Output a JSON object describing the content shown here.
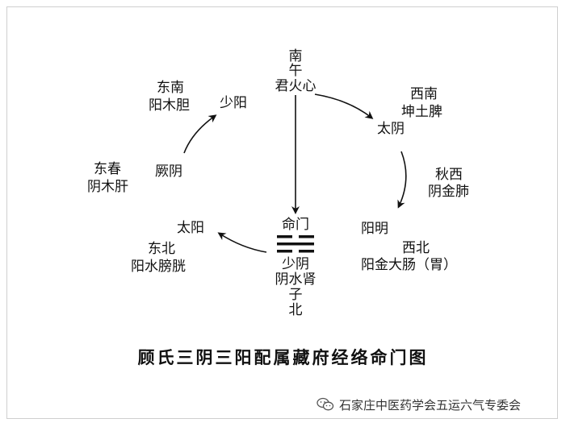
{
  "diagram": {
    "south": {
      "dir": "南",
      "branch": "午",
      "organ": "君火心"
    },
    "southwest": {
      "dir": "西南",
      "organ": "坤土脾",
      "meridian": "太阴"
    },
    "west": {
      "dir": "秋西",
      "organ": "阴金肺"
    },
    "northwest": {
      "meridian": "阳明",
      "dir": "西北",
      "organ": "阳金大肠（胃）"
    },
    "north": {
      "gate": "命门",
      "meridian": "少阴",
      "organ": "阴水肾",
      "branch": "子",
      "dir": "北"
    },
    "northeast": {
      "meridian": "太阳",
      "dir": "东北",
      "organ": "阳水膀胱"
    },
    "east": {
      "dir": "东春",
      "organ": "阴木肝",
      "meridian": "厥阴"
    },
    "southeast": {
      "dir": "东南",
      "organ": "阳木胆",
      "meridian": "少阳"
    }
  },
  "title": "顾氏三阴三阳配属藏府经络命门图",
  "watermark": {
    "text": "石家庄中医药学会五运六气专委会",
    "icon": "wechat-icon"
  }
}
